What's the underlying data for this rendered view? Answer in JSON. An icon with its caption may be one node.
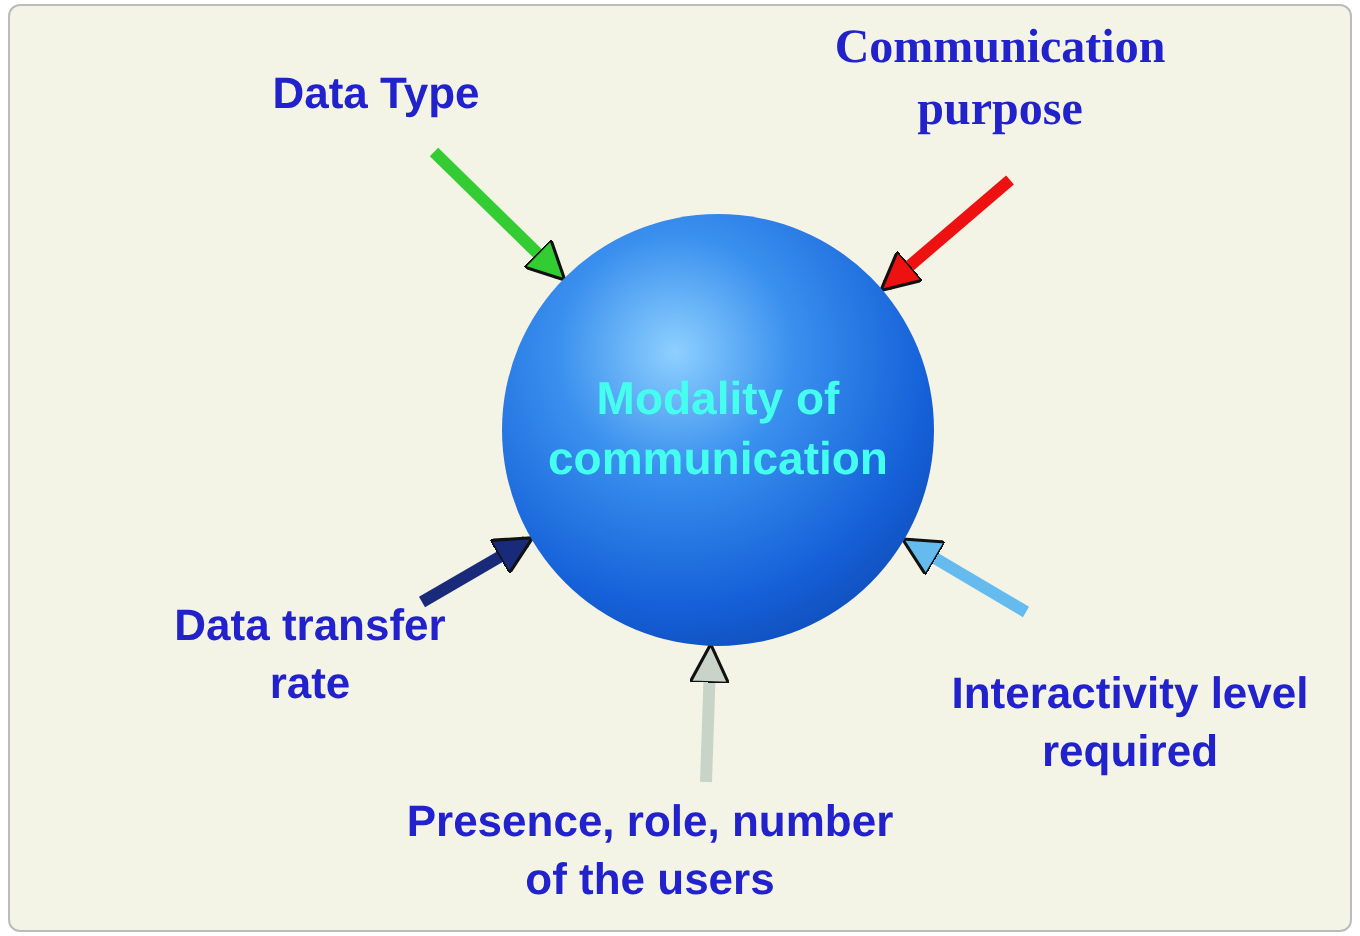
{
  "diagram": {
    "nodes": [
      {
        "text": [
          "Modality of communication"
        ]
      },
      {
        "text": [
          "Data Type"
        ]
      },
      {
        "text": [
          "Communication purpose"
        ]
      },
      {
        "text": [
          "Data transfer rate"
        ]
      },
      {
        "text": [
          "Interactivity level required"
        ]
      },
      {
        "text": [
          "Presence, role, number of the users"
        ]
      }
    ],
    "edges": [
      {
        "from": 1,
        "to": 0,
        "arrow": "to",
        "color": "#33cc33"
      },
      {
        "from": 2,
        "to": 0,
        "arrow": "to",
        "color": "#ee1111"
      },
      {
        "from": 3,
        "to": 0,
        "arrow": "to",
        "color": "#1a2a7a"
      },
      {
        "from": 4,
        "to": 0,
        "arrow": "to",
        "color": "#66bbee"
      },
      {
        "from": 5,
        "to": 0,
        "arrow": "to",
        "color": "#c8d4c8"
      }
    ]
  }
}
